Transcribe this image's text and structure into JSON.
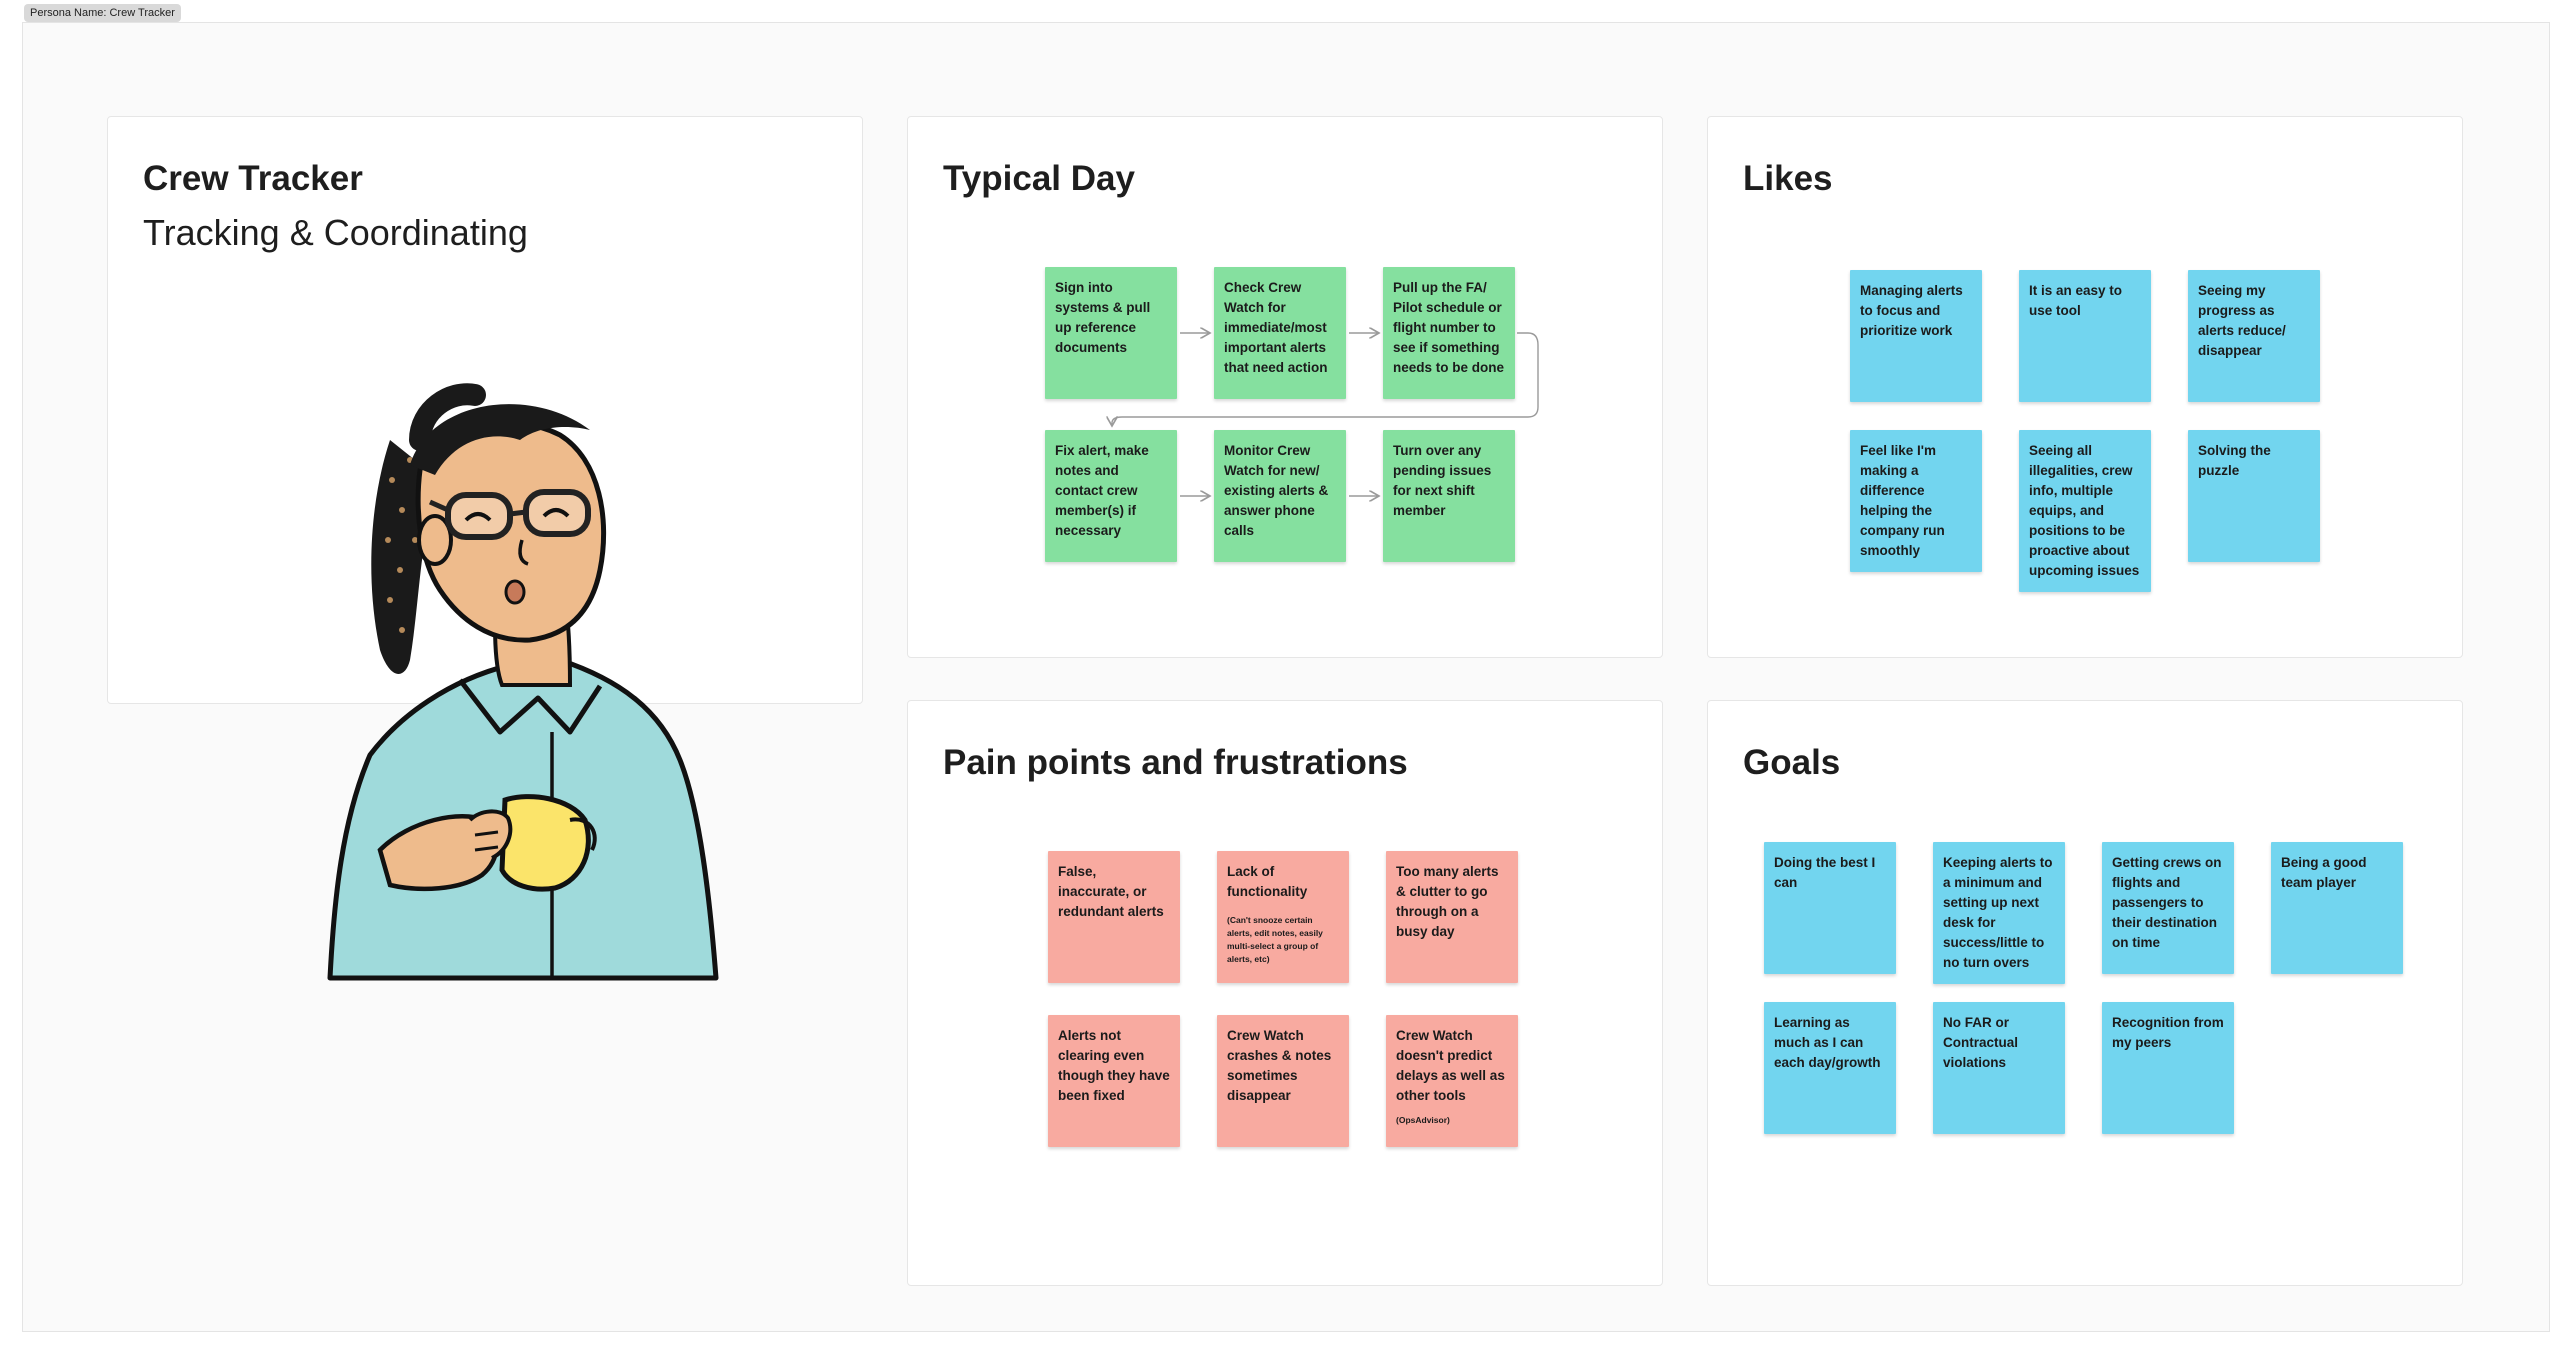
{
  "frame_label": "Persona Name: Crew Tracker",
  "persona": {
    "title": "Crew Tracker",
    "subtitle": "Tracking & Coordinating",
    "illustration": "person-with-glasses-holding-yellow-mug"
  },
  "typical_day": {
    "title": "Typical Day",
    "steps": [
      "Sign into systems & pull up reference documents",
      "Check Crew Watch for immediate/most important alerts that need action",
      "Pull up the FA/ Pilot schedule or flight number to see if something needs to be done",
      "Fix alert, make notes and contact crew member(s) if necessary",
      "Monitor Crew Watch for new/ existing alerts & answer phone calls",
      "Turn over any pending issues for next shift member"
    ]
  },
  "likes": {
    "title": "Likes",
    "items": [
      "Managing alerts to focus and prioritize work",
      "It is an easy to use tool",
      "Seeing my progress as alerts reduce/ disappear",
      "Feel like I'm making a difference helping the company run smoothly",
      "Seeing all illegalities, crew info, multiple equips, and positions to be proactive about upcoming issues",
      "Solving the puzzle"
    ]
  },
  "pain_points": {
    "title": "Pain points and frustrations",
    "items": [
      {
        "text": "False, inaccurate, or redundant alerts",
        "note": ""
      },
      {
        "text": "Lack of functionality",
        "note": "(Can't snooze certain alerts, edit notes, easily multi-select a group of alerts, etc)"
      },
      {
        "text": "Too many alerts & clutter to go through on a busy day",
        "note": ""
      },
      {
        "text": "Alerts not clearing even though they have been fixed",
        "note": ""
      },
      {
        "text": "Crew Watch crashes & notes sometimes disappear",
        "note": ""
      },
      {
        "text": "Crew Watch doesn't predict delays as well as other tools",
        "note": "(OpsAdvisor)"
      }
    ]
  },
  "goals": {
    "title": "Goals",
    "items": [
      "Doing the best I can",
      "Keeping alerts to a minimum and setting up next desk for success/little to no turn overs",
      "Getting crews on flights and passengers to their destination on time",
      "Being a good team player",
      "Learning as much as I can each day/growth",
      "No FAR or Contractual violations",
      "Recognition from my peers"
    ]
  },
  "colors": {
    "sticky_green": "#85e09f",
    "sticky_blue": "#72d5ef",
    "sticky_red": "#f8aaa0",
    "shirt": "#9fdadb",
    "skin": "#eebb8c",
    "mug": "#fbe46a"
  }
}
